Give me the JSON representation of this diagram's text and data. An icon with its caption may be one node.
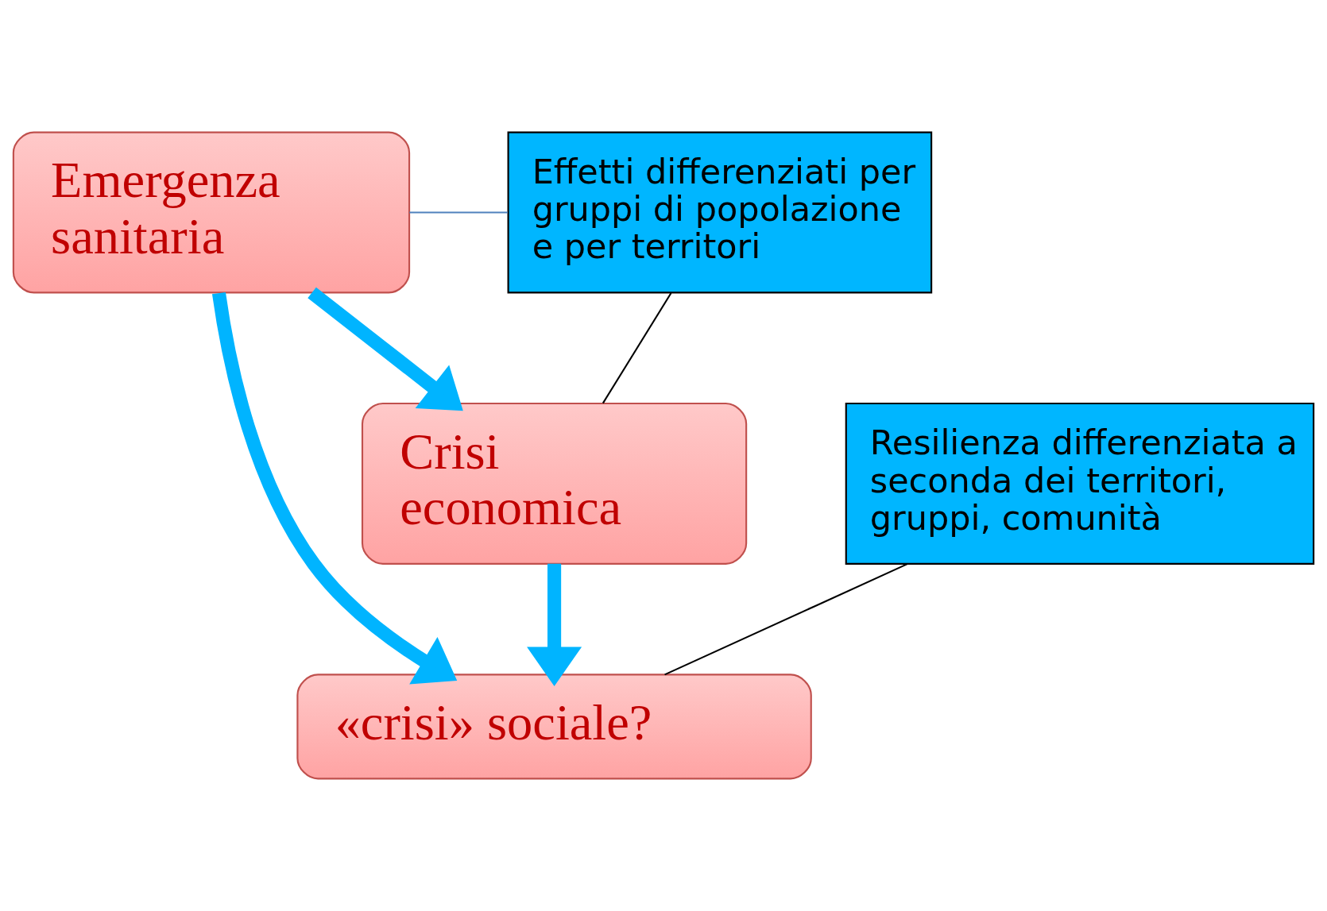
{
  "diagram": {
    "nodes": [
      {
        "text": [
          "Emergenza sanitaria"
        ]
      },
      {
        "text": [
          "Crisi economica"
        ]
      },
      {
        "text": [
          "«crisi» sociale?"
        ]
      },
      {
        "text": [
          "Effetti differenziati per gruppi di popolazione e per territori"
        ]
      },
      {
        "text": [
          "Resilienza differenziata a seconda dei territori, gruppi, comunità"
        ]
      }
    ],
    "edges": [
      {
        "from": 0,
        "to": 1,
        "arrow": "to",
        "style": "thick"
      },
      {
        "from": 0,
        "to": 2,
        "arrow": "to",
        "style": "thick"
      },
      {
        "from": 1,
        "to": 2,
        "arrow": "to",
        "style": "thick"
      },
      {
        "from": 0,
        "to": 3,
        "arrow": "none",
        "color": "#4f81bd"
      },
      {
        "from": 3,
        "to": 1,
        "arrow": "none",
        "color": "#000000"
      },
      {
        "from": 4,
        "to": 2,
        "arrow": "none",
        "color": "#000000"
      }
    ]
  }
}
